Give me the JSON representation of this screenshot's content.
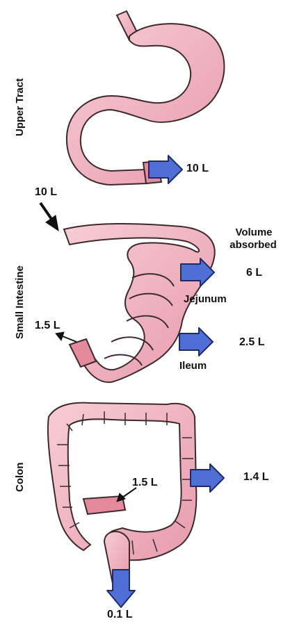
{
  "sections": {
    "upper": "Upper Tract",
    "small": "Small Intestine",
    "colon": "Colon"
  },
  "labels": {
    "upper_out": "10 L",
    "small_in": "10 L",
    "volume_line1": "Volume",
    "volume_line2": "absorbed",
    "jejunum_value": "6 L",
    "jejunum": "Jejunum",
    "ileum_value": "2.5 L",
    "ileum": "Ileum",
    "ileum_out": "1.5 L",
    "colon_in": "1.5 L",
    "colon_value": "1.4 L",
    "stool": "0.1 L"
  },
  "colors": {
    "organ_fill": "#f2b9c4",
    "organ_shade": "#e28fa0",
    "organ_outline": "#3a2a2e",
    "arrow_fill": "#4f6fd6",
    "arrow_outline": "#1e2a66"
  }
}
